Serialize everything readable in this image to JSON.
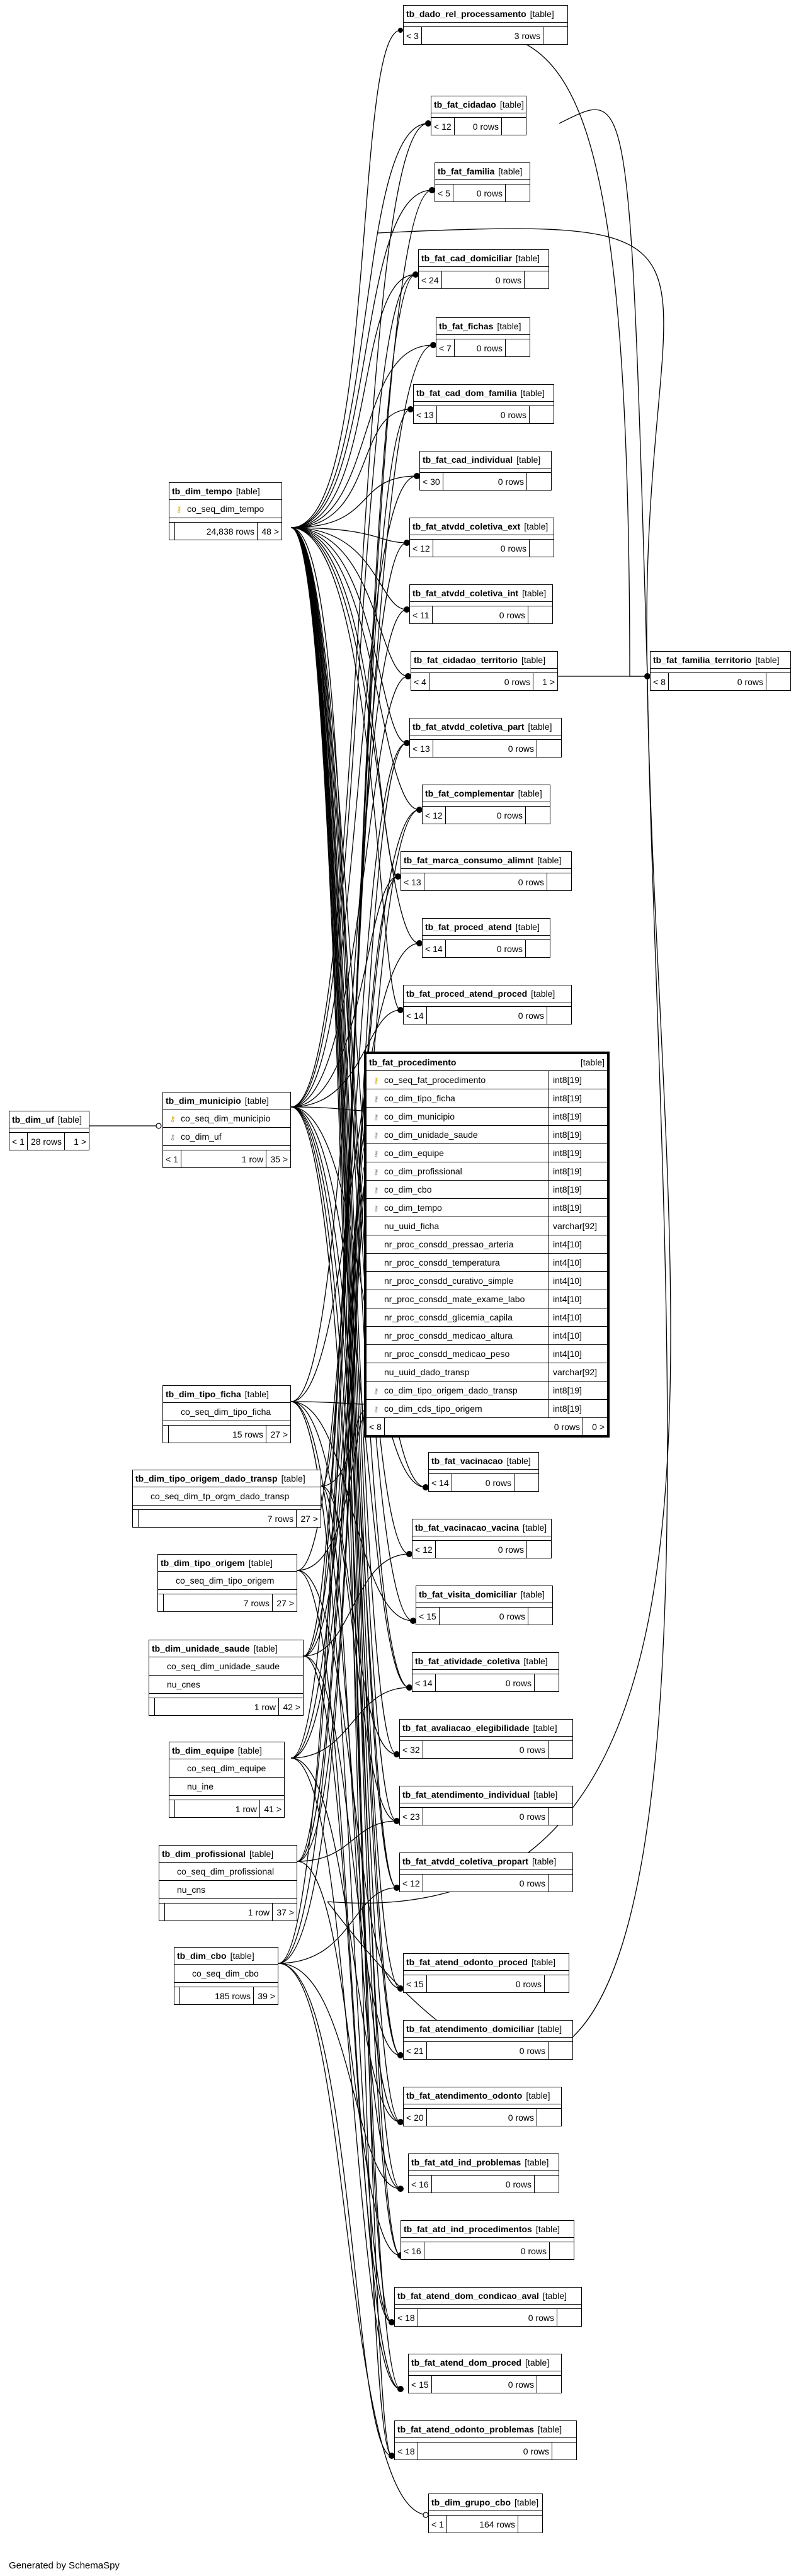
{
  "generated_by": "Generated by SchemaSpy",
  "tables": [
    {
      "id": "tb_dado_rel_processamento",
      "name": "tb_dado_rel_processamento",
      "kind": "[table]",
      "columns": [],
      "children": "< 3",
      "rows": "3 rows",
      "parents": ""
    },
    {
      "id": "tb_fat_cidadao",
      "name": "tb_fat_cidadao",
      "kind": "[table]",
      "columns": [],
      "children": "< 12",
      "rows": "0 rows",
      "parents": ""
    },
    {
      "id": "tb_fat_familia",
      "name": "tb_fat_familia",
      "kind": "[table]",
      "columns": [],
      "children": "< 5",
      "rows": "0 rows",
      "parents": ""
    },
    {
      "id": "tb_fat_cad_domiciliar",
      "name": "tb_fat_cad_domiciliar",
      "kind": "[table]",
      "columns": [],
      "children": "< 24",
      "rows": "0 rows",
      "parents": ""
    },
    {
      "id": "tb_fat_fichas",
      "name": "tb_fat_fichas",
      "kind": "[table]",
      "columns": [],
      "children": "< 7",
      "rows": "0 rows",
      "parents": ""
    },
    {
      "id": "tb_fat_cad_dom_familia",
      "name": "tb_fat_cad_dom_familia",
      "kind": "[table]",
      "columns": [],
      "children": "< 13",
      "rows": "0 rows",
      "parents": ""
    },
    {
      "id": "tb_fat_cad_individual",
      "name": "tb_fat_cad_individual",
      "kind": "[table]",
      "columns": [],
      "children": "< 30",
      "rows": "0 rows",
      "parents": ""
    },
    {
      "id": "tb_dim_tempo",
      "name": "tb_dim_tempo",
      "kind": "[table]",
      "columns": [
        {
          "name": "co_seq_dim_tempo",
          "key": "pk",
          "type": ""
        }
      ],
      "children": "",
      "rows": "24,838 rows",
      "parents": "48 >"
    },
    {
      "id": "tb_fat_atvdd_coletiva_ext",
      "name": "tb_fat_atvdd_coletiva_ext",
      "kind": "[table]",
      "columns": [],
      "children": "< 12",
      "rows": "0 rows",
      "parents": ""
    },
    {
      "id": "tb_fat_atvdd_coletiva_int",
      "name": "tb_fat_atvdd_coletiva_int",
      "kind": "[table]",
      "columns": [],
      "children": "< 11",
      "rows": "0 rows",
      "parents": ""
    },
    {
      "id": "tb_fat_cidadao_territorio",
      "name": "tb_fat_cidadao_territorio",
      "kind": "[table]",
      "columns": [],
      "children": "< 4",
      "rows": "0 rows",
      "parents": "1 >"
    },
    {
      "id": "tb_fat_familia_territorio",
      "name": "tb_fat_familia_territorio",
      "kind": "[table]",
      "columns": [],
      "children": "< 8",
      "rows": "0 rows",
      "parents": ""
    },
    {
      "id": "tb_fat_atvdd_coletiva_part",
      "name": "tb_fat_atvdd_coletiva_part",
      "kind": "[table]",
      "columns": [],
      "children": "< 13",
      "rows": "0 rows",
      "parents": ""
    },
    {
      "id": "tb_fat_complementar",
      "name": "tb_fat_complementar",
      "kind": "[table]",
      "columns": [],
      "children": "< 12",
      "rows": "0 rows",
      "parents": ""
    },
    {
      "id": "tb_fat_marca_consumo_alimnt",
      "name": "tb_fat_marca_consumo_alimnt",
      "kind": "[table]",
      "columns": [],
      "children": "< 13",
      "rows": "0 rows",
      "parents": ""
    },
    {
      "id": "tb_fat_proced_atend",
      "name": "tb_fat_proced_atend",
      "kind": "[table]",
      "columns": [],
      "children": "< 14",
      "rows": "0 rows",
      "parents": ""
    },
    {
      "id": "tb_fat_proced_atend_proced",
      "name": "tb_fat_proced_atend_proced",
      "kind": "[table]",
      "columns": [],
      "children": "< 14",
      "rows": "0 rows",
      "parents": ""
    },
    {
      "id": "tb_fat_procedimento",
      "name": "tb_fat_procedimento",
      "kind": "[table]",
      "focus": true,
      "columns": [
        {
          "name": "co_seq_fat_procedimento",
          "key": "pk",
          "type": "int8[19]"
        },
        {
          "name": "co_dim_tipo_ficha",
          "key": "fk",
          "type": "int8[19]"
        },
        {
          "name": "co_dim_municipio",
          "key": "fk",
          "type": "int8[19]"
        },
        {
          "name": "co_dim_unidade_saude",
          "key": "fk",
          "type": "int8[19]"
        },
        {
          "name": "co_dim_equipe",
          "key": "fk",
          "type": "int8[19]"
        },
        {
          "name": "co_dim_profissional",
          "key": "fk",
          "type": "int8[19]"
        },
        {
          "name": "co_dim_cbo",
          "key": "fk",
          "type": "int8[19]"
        },
        {
          "name": "co_dim_tempo",
          "key": "fk",
          "type": "int8[19]"
        },
        {
          "name": "nu_uuid_ficha",
          "key": "",
          "type": "varchar[92]"
        },
        {
          "name": "nr_proc_consdd_pressao_arteria",
          "key": "",
          "type": "int4[10]"
        },
        {
          "name": "nr_proc_consdd_temperatura",
          "key": "",
          "type": "int4[10]"
        },
        {
          "name": "nr_proc_consdd_curativo_simple",
          "key": "",
          "type": "int4[10]"
        },
        {
          "name": "nr_proc_consdd_mate_exame_labo",
          "key": "",
          "type": "int4[10]"
        },
        {
          "name": "nr_proc_consdd_glicemia_capila",
          "key": "",
          "type": "int4[10]"
        },
        {
          "name": "nr_proc_consdd_medicao_altura",
          "key": "",
          "type": "int4[10]"
        },
        {
          "name": "nr_proc_consdd_medicao_peso",
          "key": "",
          "type": "int4[10]"
        },
        {
          "name": "nu_uuid_dado_transp",
          "key": "",
          "type": "varchar[92]"
        },
        {
          "name": "co_dim_tipo_origem_dado_transp",
          "key": "fk",
          "type": "int8[19]"
        },
        {
          "name": "co_dim_cds_tipo_origem",
          "key": "fk",
          "type": "int8[19]"
        }
      ],
      "children": "< 8",
      "rows": "0 rows",
      "parents": "0 >"
    },
    {
      "id": "tb_dim_uf",
      "name": "tb_dim_uf",
      "kind": "[table]",
      "columns": [],
      "children": "< 1",
      "rows": "28 rows",
      "parents": "1 >"
    },
    {
      "id": "tb_dim_municipio",
      "name": "tb_dim_municipio",
      "kind": "[table]",
      "columns": [
        {
          "name": "co_seq_dim_municipio",
          "key": "pk",
          "type": ""
        },
        {
          "name": "co_dim_uf",
          "key": "fk",
          "type": ""
        }
      ],
      "children": "< 1",
      "rows": "1 row",
      "parents": "35 >"
    },
    {
      "id": "tb_dim_tipo_ficha",
      "name": "tb_dim_tipo_ficha",
      "kind": "[table]",
      "columns": [
        {
          "name": "co_seq_dim_tipo_ficha",
          "key": "",
          "type": ""
        }
      ],
      "children": "",
      "rows": "15 rows",
      "parents": "27 >"
    },
    {
      "id": "tb_dim_tipo_origem_dado_transp",
      "name": "tb_dim_tipo_origem_dado_transp",
      "kind": "[table]",
      "columns": [
        {
          "name": "co_seq_dim_tp_orgm_dado_transp",
          "key": "",
          "type": ""
        }
      ],
      "children": "",
      "rows": "7 rows",
      "parents": "27 >"
    },
    {
      "id": "tb_dim_tipo_origem",
      "name": "tb_dim_tipo_origem",
      "kind": "[table]",
      "columns": [
        {
          "name": "co_seq_dim_tipo_origem",
          "key": "",
          "type": ""
        }
      ],
      "children": "",
      "rows": "7 rows",
      "parents": "27 >"
    },
    {
      "id": "tb_dim_unidade_saude",
      "name": "tb_dim_unidade_saude",
      "kind": "[table]",
      "columns": [
        {
          "name": "co_seq_dim_unidade_saude",
          "key": "",
          "type": ""
        },
        {
          "name": "nu_cnes",
          "key": "",
          "type": ""
        }
      ],
      "children": "",
      "rows": "1 row",
      "parents": "42 >"
    },
    {
      "id": "tb_dim_equipe",
      "name": "tb_dim_equipe",
      "kind": "[table]",
      "columns": [
        {
          "name": "co_seq_dim_equipe",
          "key": "",
          "type": ""
        },
        {
          "name": "nu_ine",
          "key": "",
          "type": ""
        }
      ],
      "children": "",
      "rows": "1 row",
      "parents": "41 >"
    },
    {
      "id": "tb_dim_profissional",
      "name": "tb_dim_profissional",
      "kind": "[table]",
      "columns": [
        {
          "name": "co_seq_dim_profissional",
          "key": "",
          "type": ""
        },
        {
          "name": "nu_cns",
          "key": "",
          "type": ""
        }
      ],
      "children": "",
      "rows": "1 row",
      "parents": "37 >"
    },
    {
      "id": "tb_dim_cbo",
      "name": "tb_dim_cbo",
      "kind": "[table]",
      "columns": [
        {
          "name": "co_seq_dim_cbo",
          "key": "",
          "type": ""
        }
      ],
      "children": "",
      "rows": "185 rows",
      "parents": "39 >"
    },
    {
      "id": "tb_fat_vacinacao",
      "name": "tb_fat_vacinacao",
      "kind": "[table]",
      "columns": [],
      "children": "< 14",
      "rows": "0 rows",
      "parents": ""
    },
    {
      "id": "tb_fat_vacinacao_vacina",
      "name": "tb_fat_vacinacao_vacina",
      "kind": "[table]",
      "columns": [],
      "children": "< 12",
      "rows": "0 rows",
      "parents": ""
    },
    {
      "id": "tb_fat_visita_domiciliar",
      "name": "tb_fat_visita_domiciliar",
      "kind": "[table]",
      "columns": [],
      "children": "< 15",
      "rows": "0 rows",
      "parents": ""
    },
    {
      "id": "tb_fat_atividade_coletiva",
      "name": "tb_fat_atividade_coletiva",
      "kind": "[table]",
      "columns": [],
      "children": "< 14",
      "rows": "0 rows",
      "parents": ""
    },
    {
      "id": "tb_fat_avaliacao_elegibilidade",
      "name": "tb_fat_avaliacao_elegibilidade",
      "kind": "[table]",
      "columns": [],
      "children": "< 32",
      "rows": "0 rows",
      "parents": ""
    },
    {
      "id": "tb_fat_atendimento_individual",
      "name": "tb_fat_atendimento_individual",
      "kind": "[table]",
      "columns": [],
      "children": "< 23",
      "rows": "0 rows",
      "parents": ""
    },
    {
      "id": "tb_fat_atvdd_coletiva_propart",
      "name": "tb_fat_atvdd_coletiva_propart",
      "kind": "[table]",
      "columns": [],
      "children": "< 12",
      "rows": "0 rows",
      "parents": ""
    },
    {
      "id": "tb_fat_atend_odonto_proced",
      "name": "tb_fat_atend_odonto_proced",
      "kind": "[table]",
      "columns": [],
      "children": "< 15",
      "rows": "0 rows",
      "parents": ""
    },
    {
      "id": "tb_fat_atendimento_domiciliar",
      "name": "tb_fat_atendimento_domiciliar",
      "kind": "[table]",
      "columns": [],
      "children": "< 21",
      "rows": "0 rows",
      "parents": ""
    },
    {
      "id": "tb_fat_atendimento_odonto",
      "name": "tb_fat_atendimento_odonto",
      "kind": "[table]",
      "columns": [],
      "children": "< 20",
      "rows": "0 rows",
      "parents": ""
    },
    {
      "id": "tb_fat_atd_ind_problemas",
      "name": "tb_fat_atd_ind_problemas",
      "kind": "[table]",
      "columns": [],
      "children": "< 16",
      "rows": "0 rows",
      "parents": ""
    },
    {
      "id": "tb_fat_atd_ind_procedimentos",
      "name": "tb_fat_atd_ind_procedimentos",
      "kind": "[table]",
      "columns": [],
      "children": "< 16",
      "rows": "0 rows",
      "parents": ""
    },
    {
      "id": "tb_fat_atend_dom_condicao_aval",
      "name": "tb_fat_atend_dom_condicao_aval",
      "kind": "[table]",
      "columns": [],
      "children": "< 18",
      "rows": "0 rows",
      "parents": ""
    },
    {
      "id": "tb_fat_atend_dom_proced",
      "name": "tb_fat_atend_dom_proced",
      "kind": "[table]",
      "columns": [],
      "children": "< 15",
      "rows": "0 rows",
      "parents": ""
    },
    {
      "id": "tb_fat_atend_odonto_problemas",
      "name": "tb_fat_atend_odonto_problemas",
      "kind": "[table]",
      "columns": [],
      "children": "< 18",
      "rows": "0 rows",
      "parents": ""
    },
    {
      "id": "tb_dim_grupo_cbo",
      "name": "tb_dim_grupo_cbo",
      "kind": "[table]",
      "columns": [],
      "children": "< 1",
      "rows": "164 rows",
      "parents": ""
    }
  ]
}
